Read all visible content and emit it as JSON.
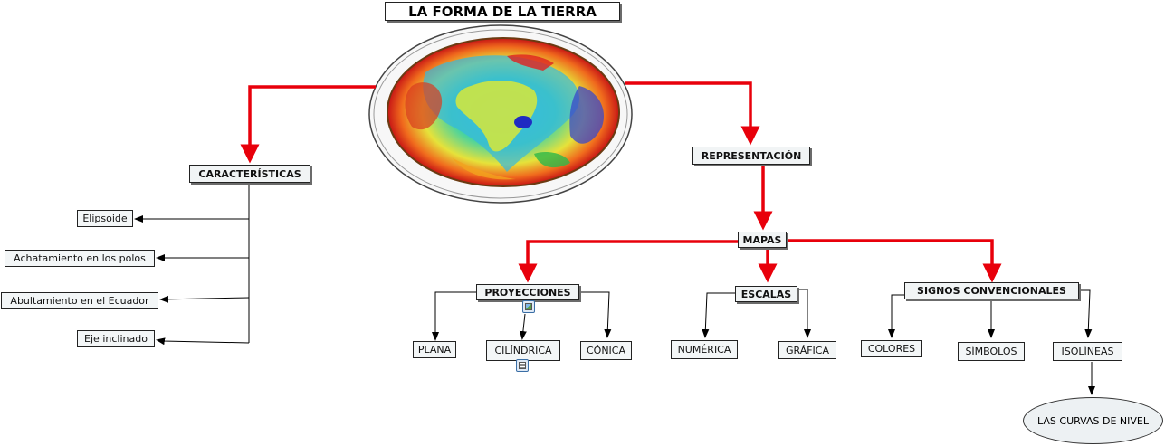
{
  "title": "LA FORMA DE LA TIERRA",
  "image": {
    "icon": "earth-geoid-image"
  },
  "nodes": {
    "caracteristicas": "CARACTERÍSTICAS",
    "elipsoide": "Elipsoide",
    "achatamiento": "Achatamiento en los polos",
    "abultamiento": "Abultamiento en el Ecuador",
    "eje": "Eje inclinado",
    "representacion": "REPRESENTACIÓN",
    "mapas": "MAPAS",
    "proyecciones": "PROYECCIONES",
    "plana": "PLANA",
    "cilindrica": "CILÍNDRICA",
    "conica": "CÓNICA",
    "escalas": "ESCALAS",
    "numerica": "NUMÉRICA",
    "grafica": "GRÁFICA",
    "signos": "SIGNOS CONVENCIONALES",
    "colores": "COLORES",
    "simbolos": "SÍMBOLOS",
    "isolineas": "ISOLÍNEAS",
    "curvas": "LAS CURVAS DE NIVEL"
  },
  "attachments": {
    "proyecciones_icon": "image-attachment-icon",
    "cilindrica_icon": "note-attachment-icon"
  },
  "colors": {
    "primary_connector": "#e8000b",
    "secondary_connector": "#000000",
    "node_fill": "#f3f6f7"
  }
}
